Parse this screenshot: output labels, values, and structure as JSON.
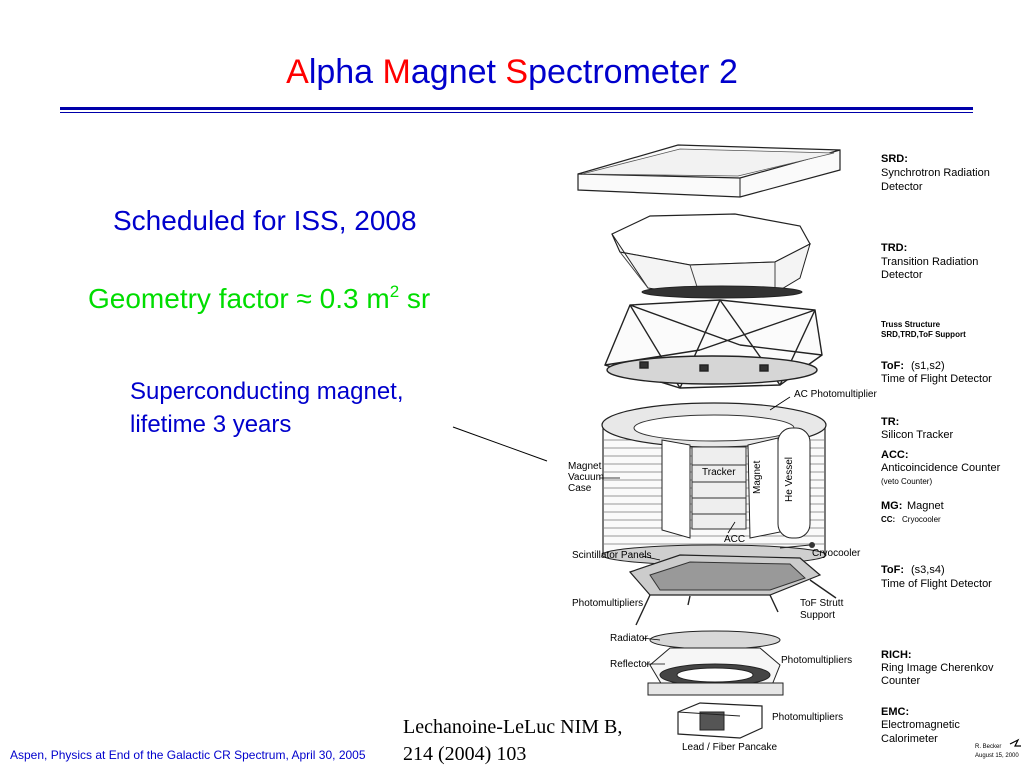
{
  "title": {
    "a": "A",
    "lpha": "lpha ",
    "m": "M",
    "agnet": "agnet ",
    "s": "S",
    "pectrometer": "pectrometer 2"
  },
  "schedule": "Scheduled for ISS, 2008",
  "geometry": {
    "prefix": "Geometry factor ≈ 0.3 m",
    "exp": "2",
    "suffix": " sr"
  },
  "magnet_note": {
    "line1": "Superconducting magnet,",
    "line2": "lifetime 3 years"
  },
  "citation": {
    "line1": "Lechanoine-LeLuc NIM B,",
    "line2": "214 (2004) 103"
  },
  "footer": "Aspen, Physics at End of the Galactic CR Spectrum, April 30, 2005",
  "diagram": {
    "right_labels": {
      "srd_head": "SRD:",
      "srd_l1": "Synchrotron Radiation",
      "srd_l2": "Detector",
      "trd_head": "TRD:",
      "trd_l1": "Transition Radiation",
      "trd_l2": "Detector",
      "truss_l1": "Truss Structure",
      "truss_l2": "SRD,TRD,ToF Support",
      "tof1_head": "ToF:",
      "tof1_sub": "(s1,s2)",
      "tof1_l1": "Time of Flight Detector",
      "tr_head": "TR:",
      "tr_l1": "Silicon Tracker",
      "acc_head": "ACC:",
      "acc_l1": "Anticoincidence Counter",
      "acc_l2": "(veto Counter)",
      "mg_head": "MG:",
      "mg_l1": "Magnet",
      "cc_head": "CC:",
      "cc_l1": "Cryocooler",
      "tof2_head": "ToF:",
      "tof2_sub": "(s3,s4)",
      "tof2_l1": "Time of Flight Detector",
      "rich_head": "RICH:",
      "rich_l1": "Ring Image Cherenkov",
      "rich_l2": "Counter",
      "emc_head": "EMC:",
      "emc_l1": "Electromagnetic",
      "emc_l2": "Calorimeter"
    },
    "callouts": {
      "ac_pm": "AC Photomultiplier",
      "tracker": "Tracker",
      "magnet": "Magnet",
      "he_vessel": "He Vessel",
      "mvc1": "Magnet",
      "mvc2": "Vacuum",
      "mvc3": "Case",
      "acc": "ACC",
      "cryocooler": "Cryocooler",
      "scint": "Scintillator Panels",
      "pm1": "Photomultipliers",
      "tof_strut1": "ToF Strutt",
      "tof_strut2": "Support",
      "radiator": "Radiator",
      "reflector": "Reflector",
      "pm2": "Photomultipliers",
      "pm3": "Photomultipliers",
      "lead": "Lead / Fiber Pancake"
    },
    "signature": {
      "name": "R. Becker",
      "date": "August 15, 2000"
    }
  }
}
